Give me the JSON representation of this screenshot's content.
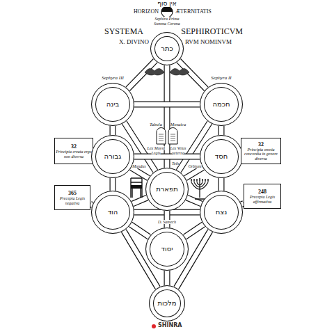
{
  "diagram": {
    "title": "SYSTEMA SEPHIROTICVM",
    "nodes": [
      {
        "text": [
          "כתר"
        ]
      },
      {
        "text": [
          "בינה",
          "Sephyra III"
        ]
      },
      {
        "text": [
          "חכמה",
          "Sephyra II"
        ]
      },
      {
        "text": [
          "32",
          "Principia creata ergo non diversa"
        ]
      },
      {
        "text": [
          "גבורה"
        ]
      },
      {
        "text": [
          "חסד"
        ]
      },
      {
        "text": [
          "32",
          "Principia omnia concordia in genere diversa"
        ]
      },
      {
        "text": [
          "תפארת"
        ]
      },
      {
        "text": [
          "365",
          "Precepta Legis negativa"
        ]
      },
      {
        "text": [
          "248",
          "Precepta Legis affirmativa"
        ]
      },
      {
        "text": [
          "הוד"
        ]
      },
      {
        "text": [
          "נצח"
        ]
      },
      {
        "text": [
          "יסוד"
        ]
      },
      {
        "text": [
          "מלכות"
        ]
      }
    ],
    "edges": [
      {
        "from": 0,
        "to": 2,
        "arrow": "none"
      },
      {
        "from": 0,
        "to": 1,
        "arrow": "none"
      },
      {
        "from": 0,
        "to": 7,
        "arrow": "none"
      },
      {
        "from": 2,
        "to": 1,
        "arrow": "none"
      },
      {
        "from": 2,
        "to": 7,
        "arrow": "none"
      },
      {
        "from": 1,
        "to": 7,
        "arrow": "none"
      },
      {
        "from": 2,
        "to": 5,
        "arrow": "none"
      },
      {
        "from": 1,
        "to": 4,
        "arrow": "none"
      },
      {
        "from": 5,
        "to": 4,
        "arrow": "none"
      },
      {
        "from": 5,
        "to": 7,
        "arrow": "none"
      },
      {
        "from": 4,
        "to": 7,
        "arrow": "none"
      },
      {
        "from": 5,
        "to": 11,
        "arrow": "none"
      },
      {
        "from": 4,
        "to": 10,
        "arrow": "none"
      },
      {
        "from": 11,
        "to": 7,
        "arrow": "none"
      },
      {
        "from": 10,
        "to": 7,
        "arrow": "none"
      },
      {
        "from": 11,
        "to": 10,
        "arrow": "none"
      },
      {
        "from": 11,
        "to": 12,
        "arrow": "none"
      },
      {
        "from": 10,
        "to": 12,
        "arrow": "none"
      },
      {
        "from": 7,
        "to": 12,
        "arrow": "none"
      },
      {
        "from": 11,
        "to": 13,
        "arrow": "none"
      },
      {
        "from": 10,
        "to": 13,
        "arrow": "none"
      },
      {
        "from": 12,
        "to": 13,
        "arrow": "none"
      },
      {
        "from": 3,
        "to": 4,
        "arrow": "none"
      },
      {
        "from": 6,
        "to": 5,
        "arrow": "none"
      },
      {
        "from": 8,
        "to": 10,
        "arrow": "none"
      },
      {
        "from": 9,
        "to": 11,
        "arrow": "none"
      }
    ],
    "labels": [
      "אין סוף",
      "HORIZON",
      "ÆTERNITATIS",
      "Sephira Prima",
      "Summa Corona",
      "X. DIVINO",
      "RVM NOMINVM",
      "Tabula",
      "Mosaica",
      "Lex Moysi",
      "Legis",
      "Lex Vetus",
      "aeterna",
      "Teth",
      "Mundus",
      "Orbium",
      "D. Samech",
      "SHINRA"
    ]
  }
}
